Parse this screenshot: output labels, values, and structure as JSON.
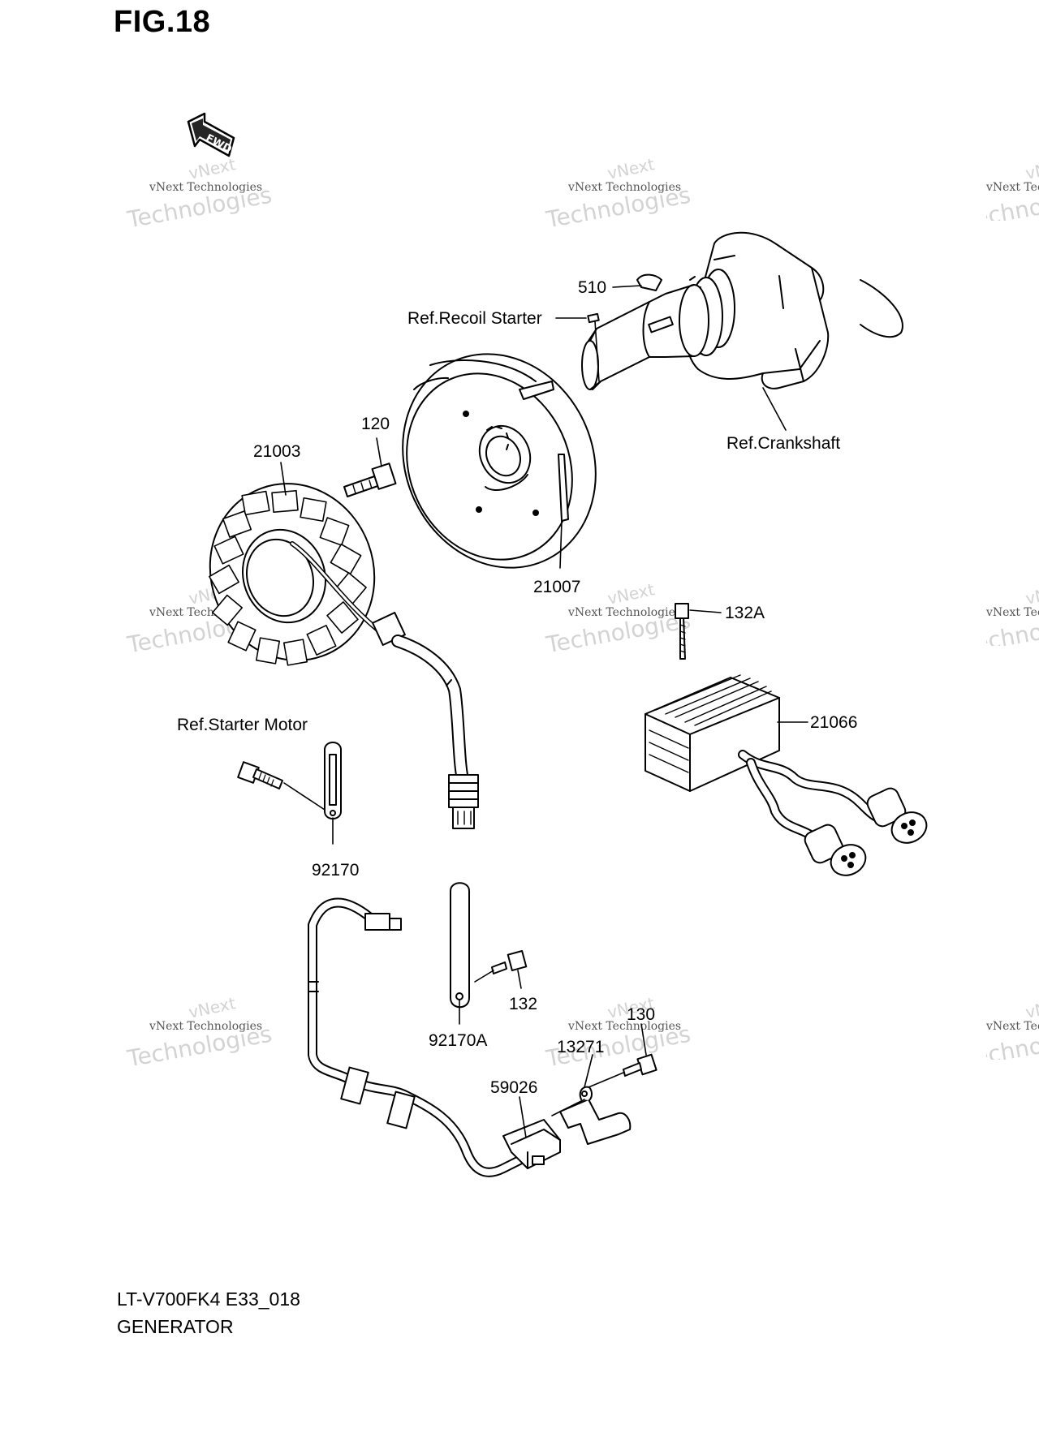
{
  "figure": {
    "title": "FIG.18",
    "model_code": "LT-V700FK4 E33_018",
    "section_name": "GENERATOR"
  },
  "fwd_badge": {
    "text": "FWD"
  },
  "parts": {
    "p510": "510",
    "ref_recoil": "Ref.Recoil Starter",
    "ref_crank": "Ref.Crankshaft",
    "p120": "120",
    "p21003": "21003",
    "p21007": "21007",
    "p132A": "132A",
    "p21066": "21066",
    "ref_starter": "Ref.Starter Motor",
    "p92170": "92170",
    "p132": "132",
    "p92170A": "92170A",
    "p130": "130",
    "p13271": "13271",
    "p59026": "59026"
  },
  "watermark": {
    "line0": "vNext",
    "line1": "vNext Technologies",
    "line2": "Technologies"
  },
  "colors": {
    "ink": "#000000",
    "watermark": "#d3d3d3"
  }
}
